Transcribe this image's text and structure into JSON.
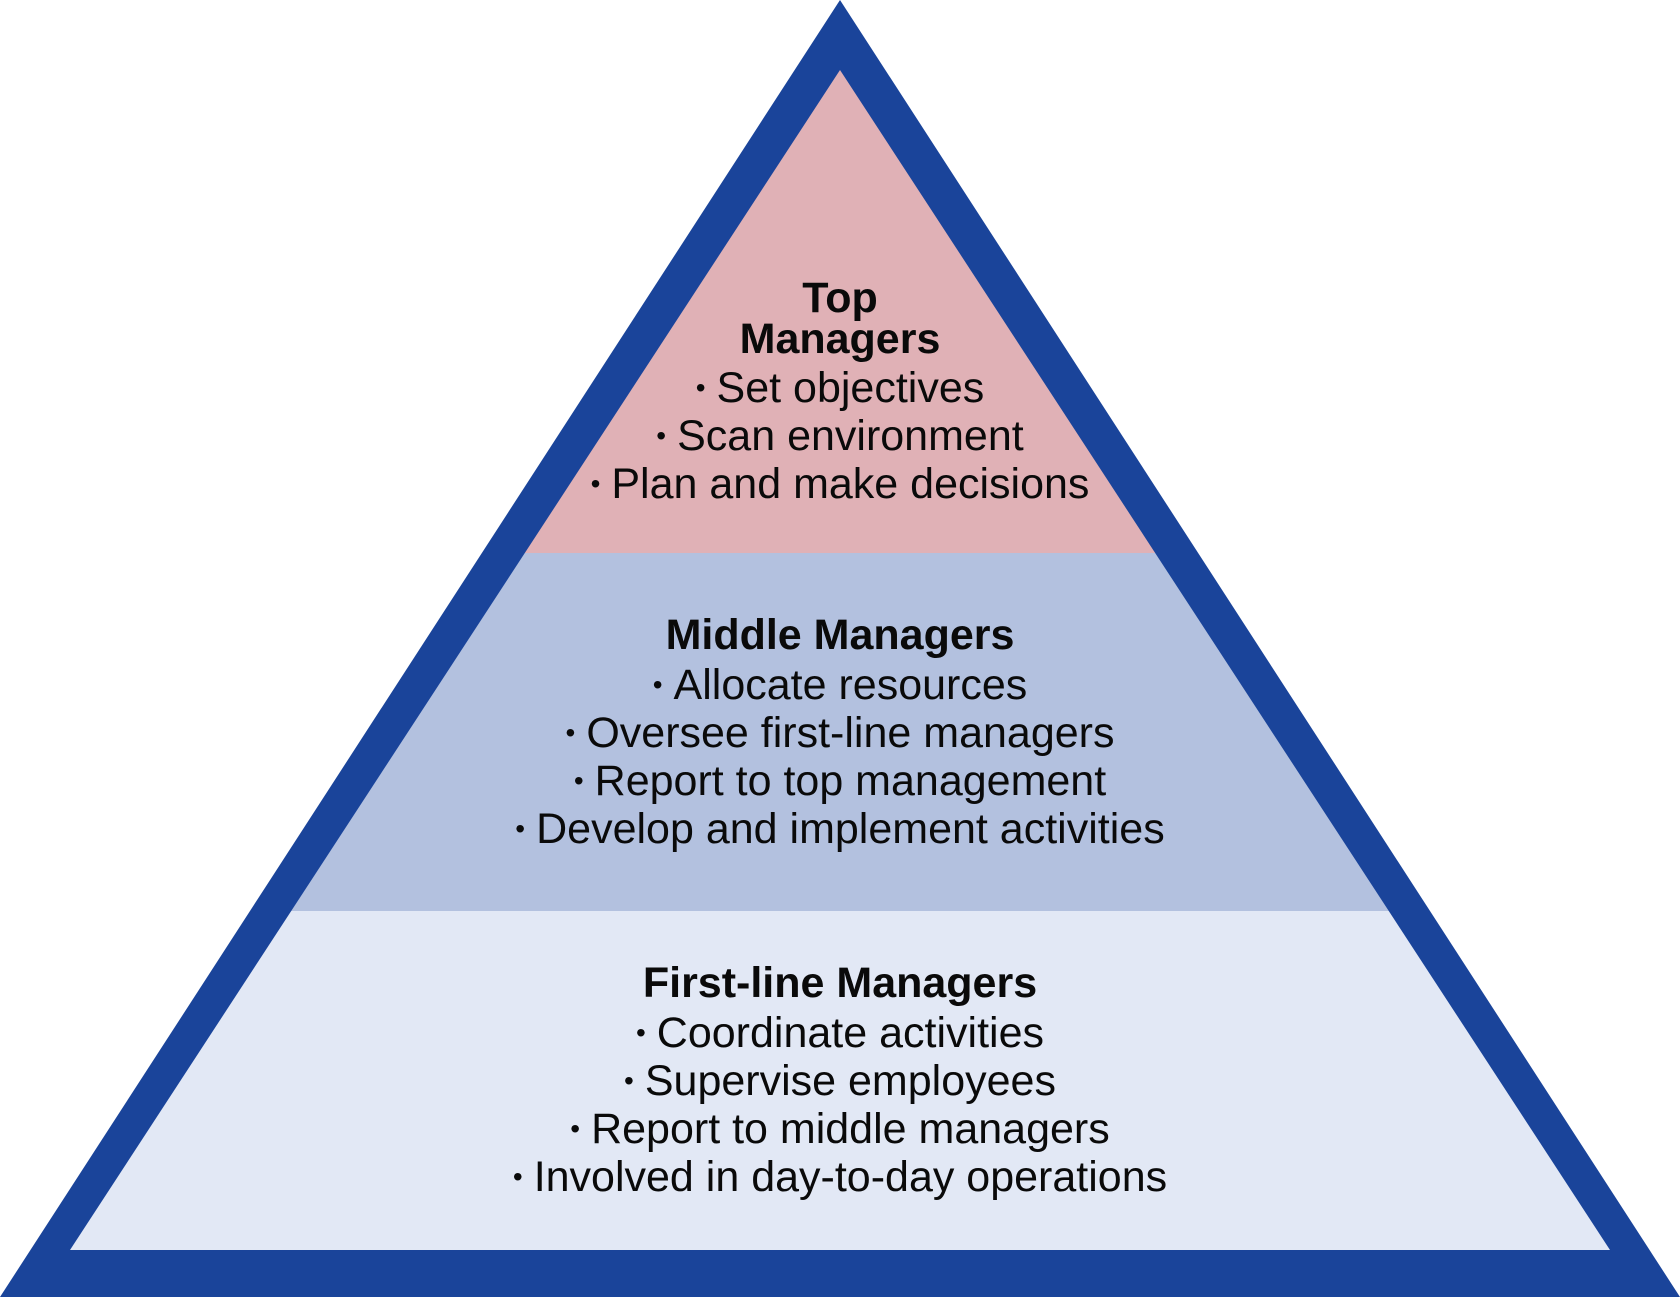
{
  "colors": {
    "border": "#1a449a",
    "top_fill": "#e0b1b6",
    "middle_fill": "#b3c1df",
    "bottom_fill": "#e2e8f5",
    "text": "#0a0a0a"
  },
  "tiers": [
    {
      "title": "Top Managers",
      "items": [
        "Set objectives",
        "Scan environment",
        "Plan and make decisions"
      ]
    },
    {
      "title": "Middle Managers",
      "items": [
        "Allocate resources",
        "Oversee first-line managers",
        "Report to top management",
        "Develop and implement activities"
      ]
    },
    {
      "title": "First-line Managers",
      "items": [
        "Coordinate activities",
        "Supervise employees",
        "Report to middle managers",
        "Involved in day-to-day operations"
      ]
    }
  ]
}
